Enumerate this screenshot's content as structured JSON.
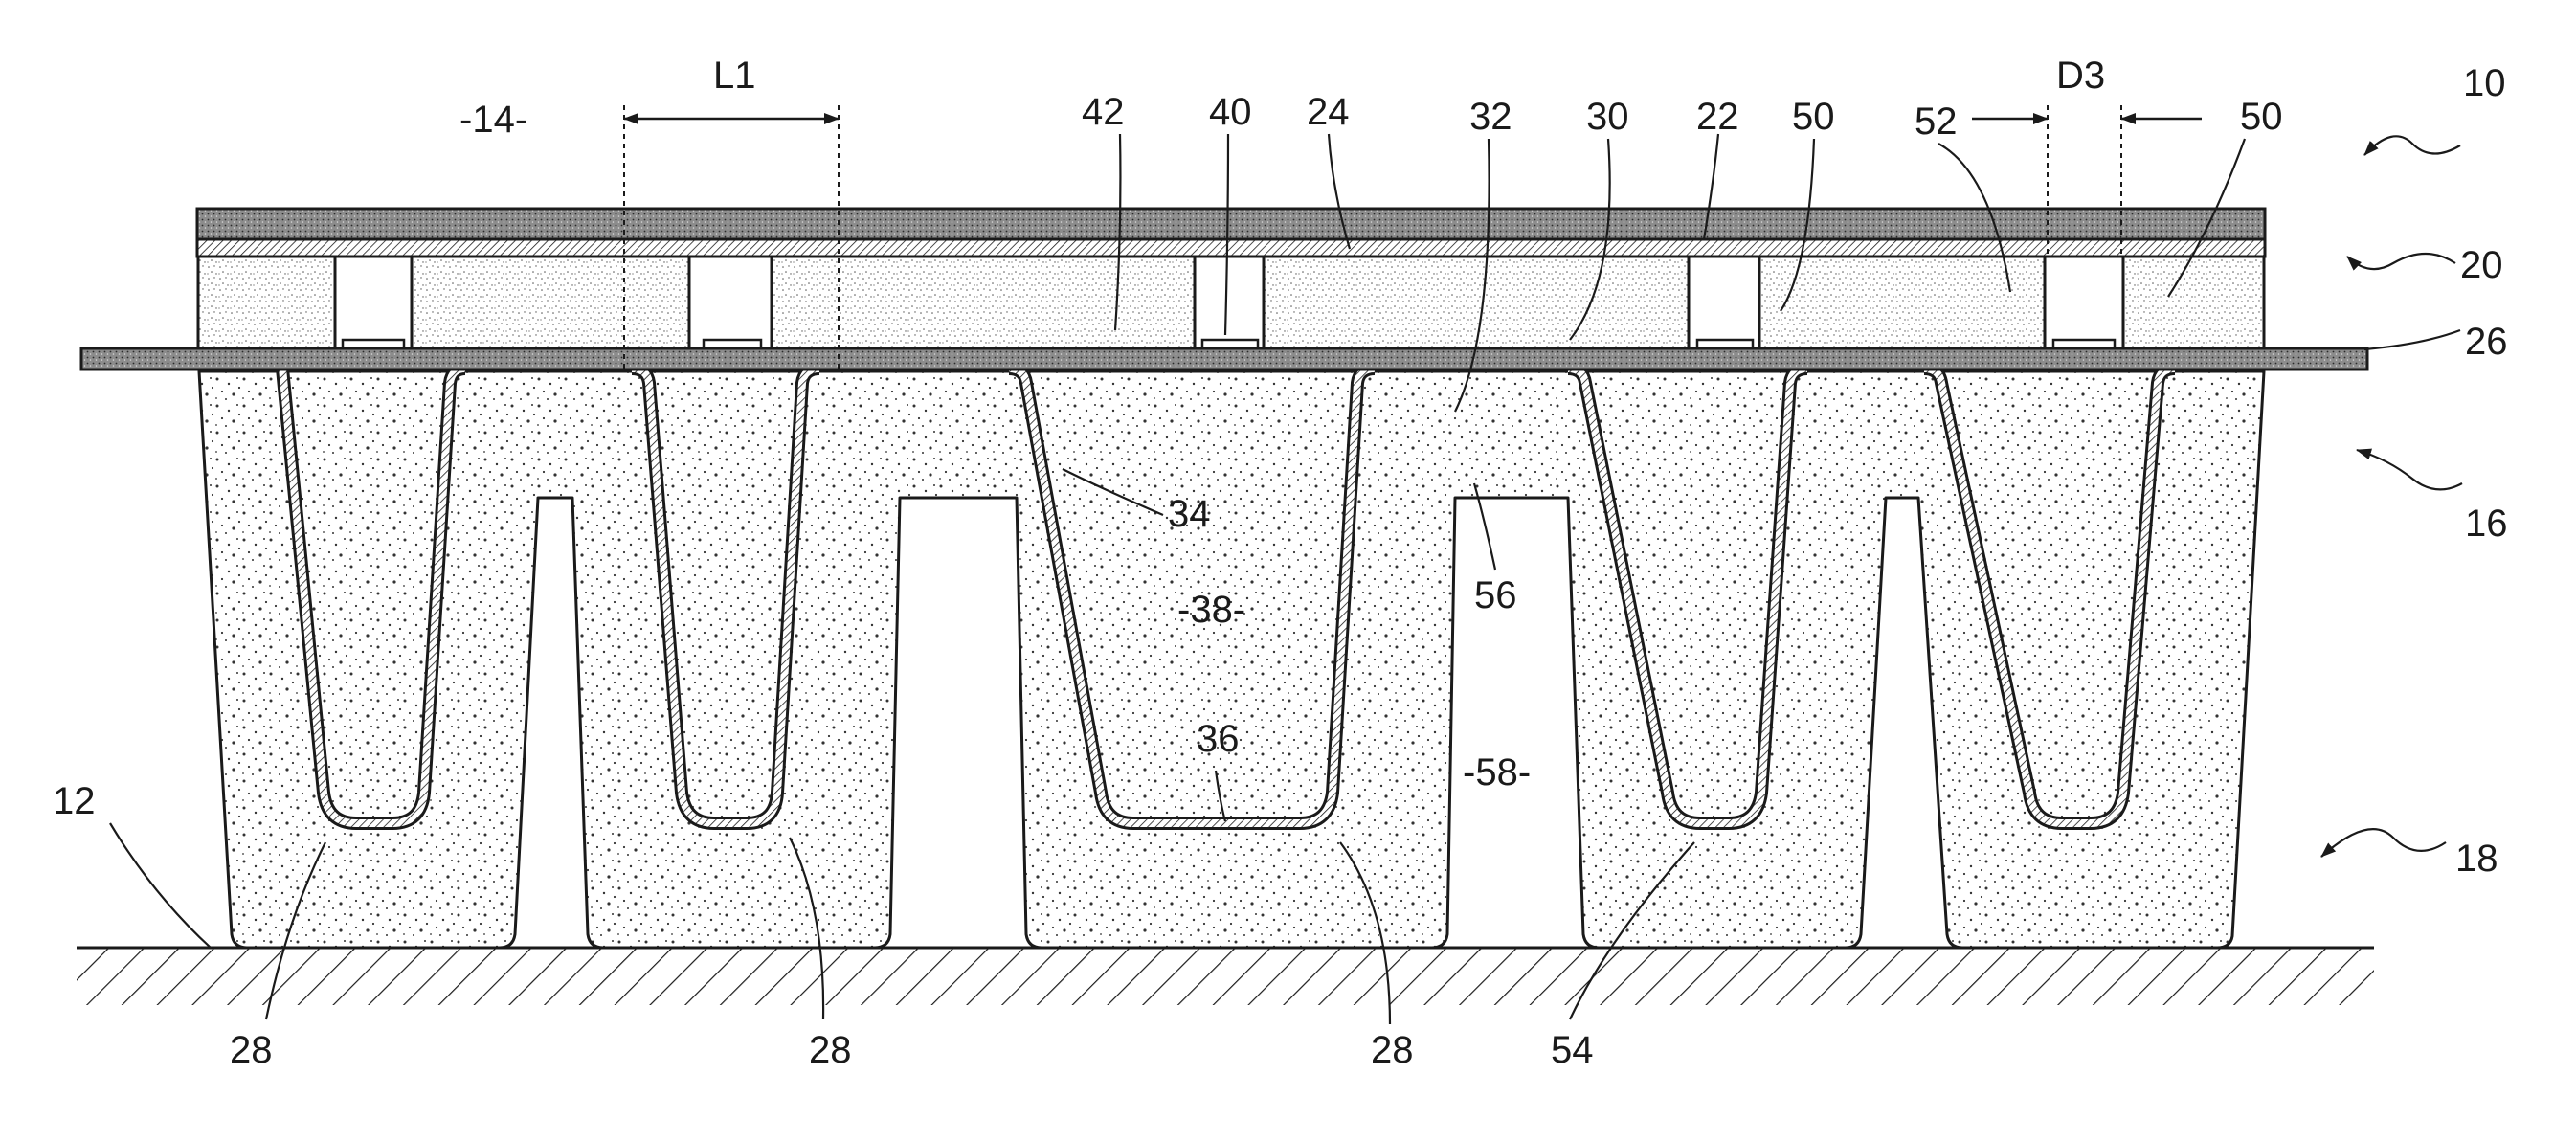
{
  "labels": {
    "l10": "10",
    "l12": "12",
    "l14": "-14-",
    "l16": "16",
    "l18": "18",
    "l20": "20",
    "l22": "22",
    "l24": "24",
    "l26": "26",
    "l28a": "28",
    "l28b": "28",
    "l28c": "28",
    "l30": "30",
    "l32": "32",
    "l34": "34",
    "l36": "36",
    "l38": "-38-",
    "l40": "40",
    "l42": "42",
    "l50a": "50",
    "l50b": "50",
    "l52": "52",
    "l54": "54",
    "l56": "56",
    "l58": "-58-",
    "lL1": "L1",
    "lD3": "D3"
  }
}
